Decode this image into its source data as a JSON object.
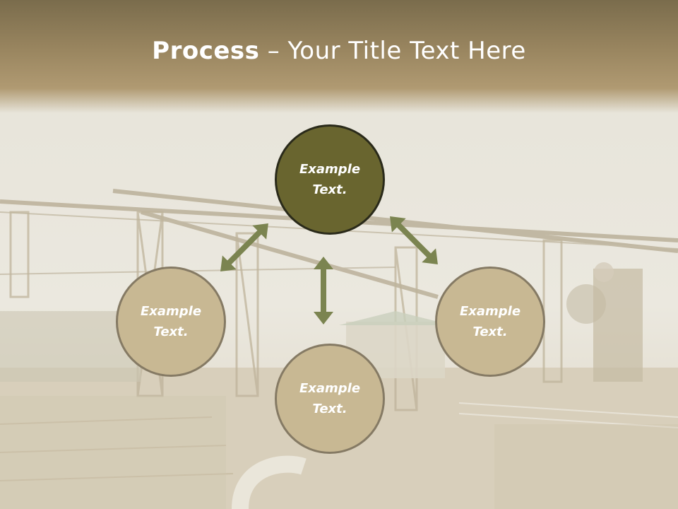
{
  "slide": {
    "title_bold": "Process",
    "title_sep": " – ",
    "title_rest": "Your Title Text Here"
  },
  "nodes": {
    "top": {
      "line1": "Example",
      "line2": "Text."
    },
    "left": {
      "line1": "Example",
      "line2": "Text."
    },
    "right": {
      "line1": "Example",
      "line2": "Text."
    },
    "bottom": {
      "line1": "Example",
      "line2": "Text."
    }
  },
  "colors": {
    "center_fill": "#69652f",
    "outer_fill": "#c8b893",
    "arrow": "#7b8450",
    "title_band": "#9a8660"
  },
  "background": {
    "description_icon": "industrial-plant-photo"
  }
}
